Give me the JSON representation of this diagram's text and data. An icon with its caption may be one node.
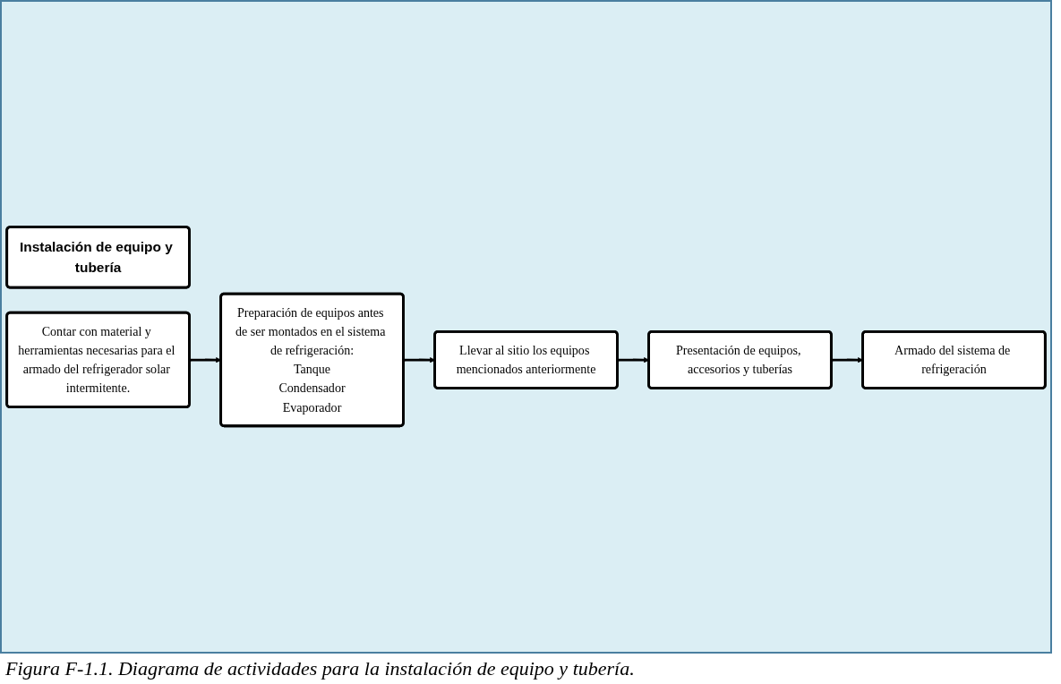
{
  "diagram": {
    "caption": "Figura F-1.1. Diagrama de actividades para la instalación de equipo y tubería.",
    "nodes": [
      {
        "text": [
          "Instalación de equipo y tubería"
        ]
      },
      {
        "text": [
          "Contar con material y herramientas necesarias para el armado del refrigerador solar intermitente."
        ]
      },
      {
        "text": [
          "Preparación de equipos antes de ser montados en el sistema de refrigeración:",
          "Tanque",
          "Condensador",
          "Evaporador"
        ]
      },
      {
        "text": [
          "Llevar al sitio los equipos mencionados anteriormente"
        ]
      },
      {
        "text": [
          "Presentación de equipos, accesorios y tuberías"
        ]
      },
      {
        "text": [
          "Armado del sistema de refrigeración"
        ]
      }
    ],
    "edges": [
      {
        "from": 1,
        "to": 2,
        "arrow": "to"
      },
      {
        "from": 2,
        "to": 3,
        "arrow": "to"
      },
      {
        "from": 3,
        "to": 4,
        "arrow": "to"
      },
      {
        "from": 4,
        "to": 5,
        "arrow": "to"
      }
    ]
  }
}
